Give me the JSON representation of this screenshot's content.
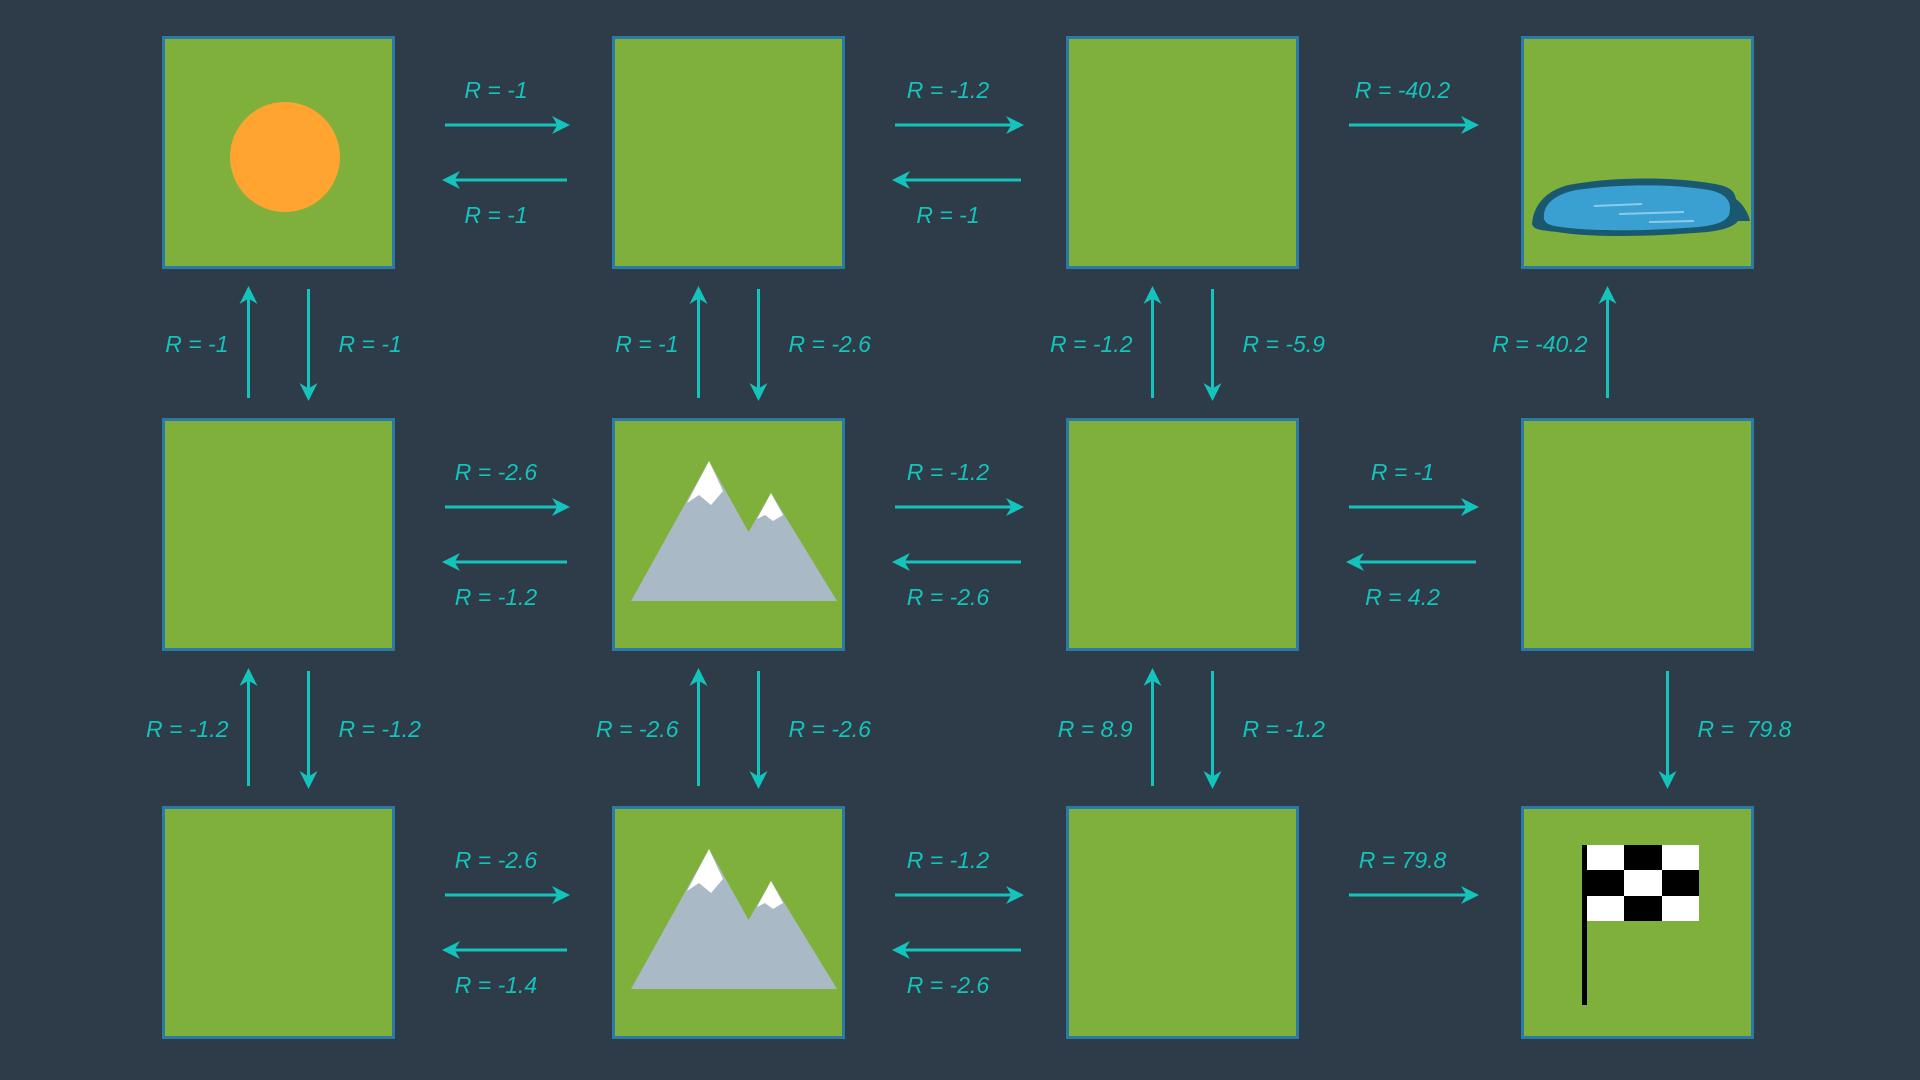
{
  "colors": {
    "background": "#2e3b48",
    "cell": "#7fb03c",
    "cell_border": "#2a7aa8",
    "arrow": "#14c3bb",
    "label": "#14c3bb",
    "sun": "#ffa431",
    "mountain": "#a9b9c6",
    "snow": "#ffffff",
    "water": "#3a9fd1",
    "water_edge": "#1a5870"
  },
  "cells": [
    {
      "row": 0,
      "col": 0,
      "icon": "sun-icon"
    },
    {
      "row": 0,
      "col": 1,
      "icon": ""
    },
    {
      "row": 0,
      "col": 2,
      "icon": ""
    },
    {
      "row": 0,
      "col": 3,
      "icon": "lake-icon"
    },
    {
      "row": 1,
      "col": 0,
      "icon": ""
    },
    {
      "row": 1,
      "col": 1,
      "icon": "mountain-icon"
    },
    {
      "row": 1,
      "col": 2,
      "icon": ""
    },
    {
      "row": 1,
      "col": 3,
      "icon": ""
    },
    {
      "row": 2,
      "col": 0,
      "icon": ""
    },
    {
      "row": 2,
      "col": 1,
      "icon": "mountain-icon"
    },
    {
      "row": 2,
      "col": 2,
      "icon": ""
    },
    {
      "row": 2,
      "col": 3,
      "icon": "checkered-flag-icon"
    }
  ],
  "transitions": [
    {
      "from": [
        0,
        0
      ],
      "to": [
        0,
        1
      ],
      "label": "R = -1"
    },
    {
      "from": [
        0,
        1
      ],
      "to": [
        0,
        0
      ],
      "label": "R = -1"
    },
    {
      "from": [
        0,
        1
      ],
      "to": [
        0,
        2
      ],
      "label": "R = -1.2"
    },
    {
      "from": [
        0,
        2
      ],
      "to": [
        0,
        1
      ],
      "label": "R = -1"
    },
    {
      "from": [
        0,
        2
      ],
      "to": [
        0,
        3
      ],
      "label": "R = -40.2"
    },
    {
      "from": [
        1,
        0
      ],
      "to": [
        1,
        1
      ],
      "label": "R = -2.6"
    },
    {
      "from": [
        1,
        1
      ],
      "to": [
        1,
        0
      ],
      "label": "R = -1.2"
    },
    {
      "from": [
        1,
        1
      ],
      "to": [
        1,
        2
      ],
      "label": "R = -1.2"
    },
    {
      "from": [
        1,
        2
      ],
      "to": [
        1,
        1
      ],
      "label": "R = -2.6"
    },
    {
      "from": [
        1,
        2
      ],
      "to": [
        1,
        3
      ],
      "label": "R = -1"
    },
    {
      "from": [
        1,
        3
      ],
      "to": [
        1,
        2
      ],
      "label": "R = 4.2"
    },
    {
      "from": [
        2,
        0
      ],
      "to": [
        2,
        1
      ],
      "label": "R = -2.6"
    },
    {
      "from": [
        2,
        1
      ],
      "to": [
        2,
        0
      ],
      "label": "R = -1.4"
    },
    {
      "from": [
        2,
        1
      ],
      "to": [
        2,
        2
      ],
      "label": "R = -1.2"
    },
    {
      "from": [
        2,
        2
      ],
      "to": [
        2,
        1
      ],
      "label": "R = -2.6"
    },
    {
      "from": [
        2,
        2
      ],
      "to": [
        2,
        3
      ],
      "label": "R = 79.8"
    },
    {
      "from": [
        1,
        0
      ],
      "to": [
        0,
        0
      ],
      "label": "R = -1"
    },
    {
      "from": [
        0,
        0
      ],
      "to": [
        1,
        0
      ],
      "label": "R = -1"
    },
    {
      "from": [
        1,
        1
      ],
      "to": [
        0,
        1
      ],
      "label": "R = -1"
    },
    {
      "from": [
        0,
        1
      ],
      "to": [
        1,
        1
      ],
      "label": "R = -2.6"
    },
    {
      "from": [
        1,
        2
      ],
      "to": [
        0,
        2
      ],
      "label": "R = -1.2"
    },
    {
      "from": [
        0,
        2
      ],
      "to": [
        1,
        2
      ],
      "label": "R = -5.9"
    },
    {
      "from": [
        1,
        3
      ],
      "to": [
        0,
        3
      ],
      "label": "R = -40.2"
    },
    {
      "from": [
        2,
        0
      ],
      "to": [
        1,
        0
      ],
      "label": "R = -1.2"
    },
    {
      "from": [
        1,
        0
      ],
      "to": [
        2,
        0
      ],
      "label": "R = -1.2"
    },
    {
      "from": [
        2,
        1
      ],
      "to": [
        1,
        1
      ],
      "label": "R = -2.6"
    },
    {
      "from": [
        1,
        1
      ],
      "to": [
        2,
        1
      ],
      "label": "R = -2.6"
    },
    {
      "from": [
        2,
        2
      ],
      "to": [
        1,
        2
      ],
      "label": "R = 8.9"
    },
    {
      "from": [
        1,
        2
      ],
      "to": [
        2,
        2
      ],
      "label": "R = -1.2"
    },
    {
      "from": [
        1,
        3
      ],
      "to": [
        2,
        3
      ],
      "label": "R =  79.8"
    }
  ]
}
